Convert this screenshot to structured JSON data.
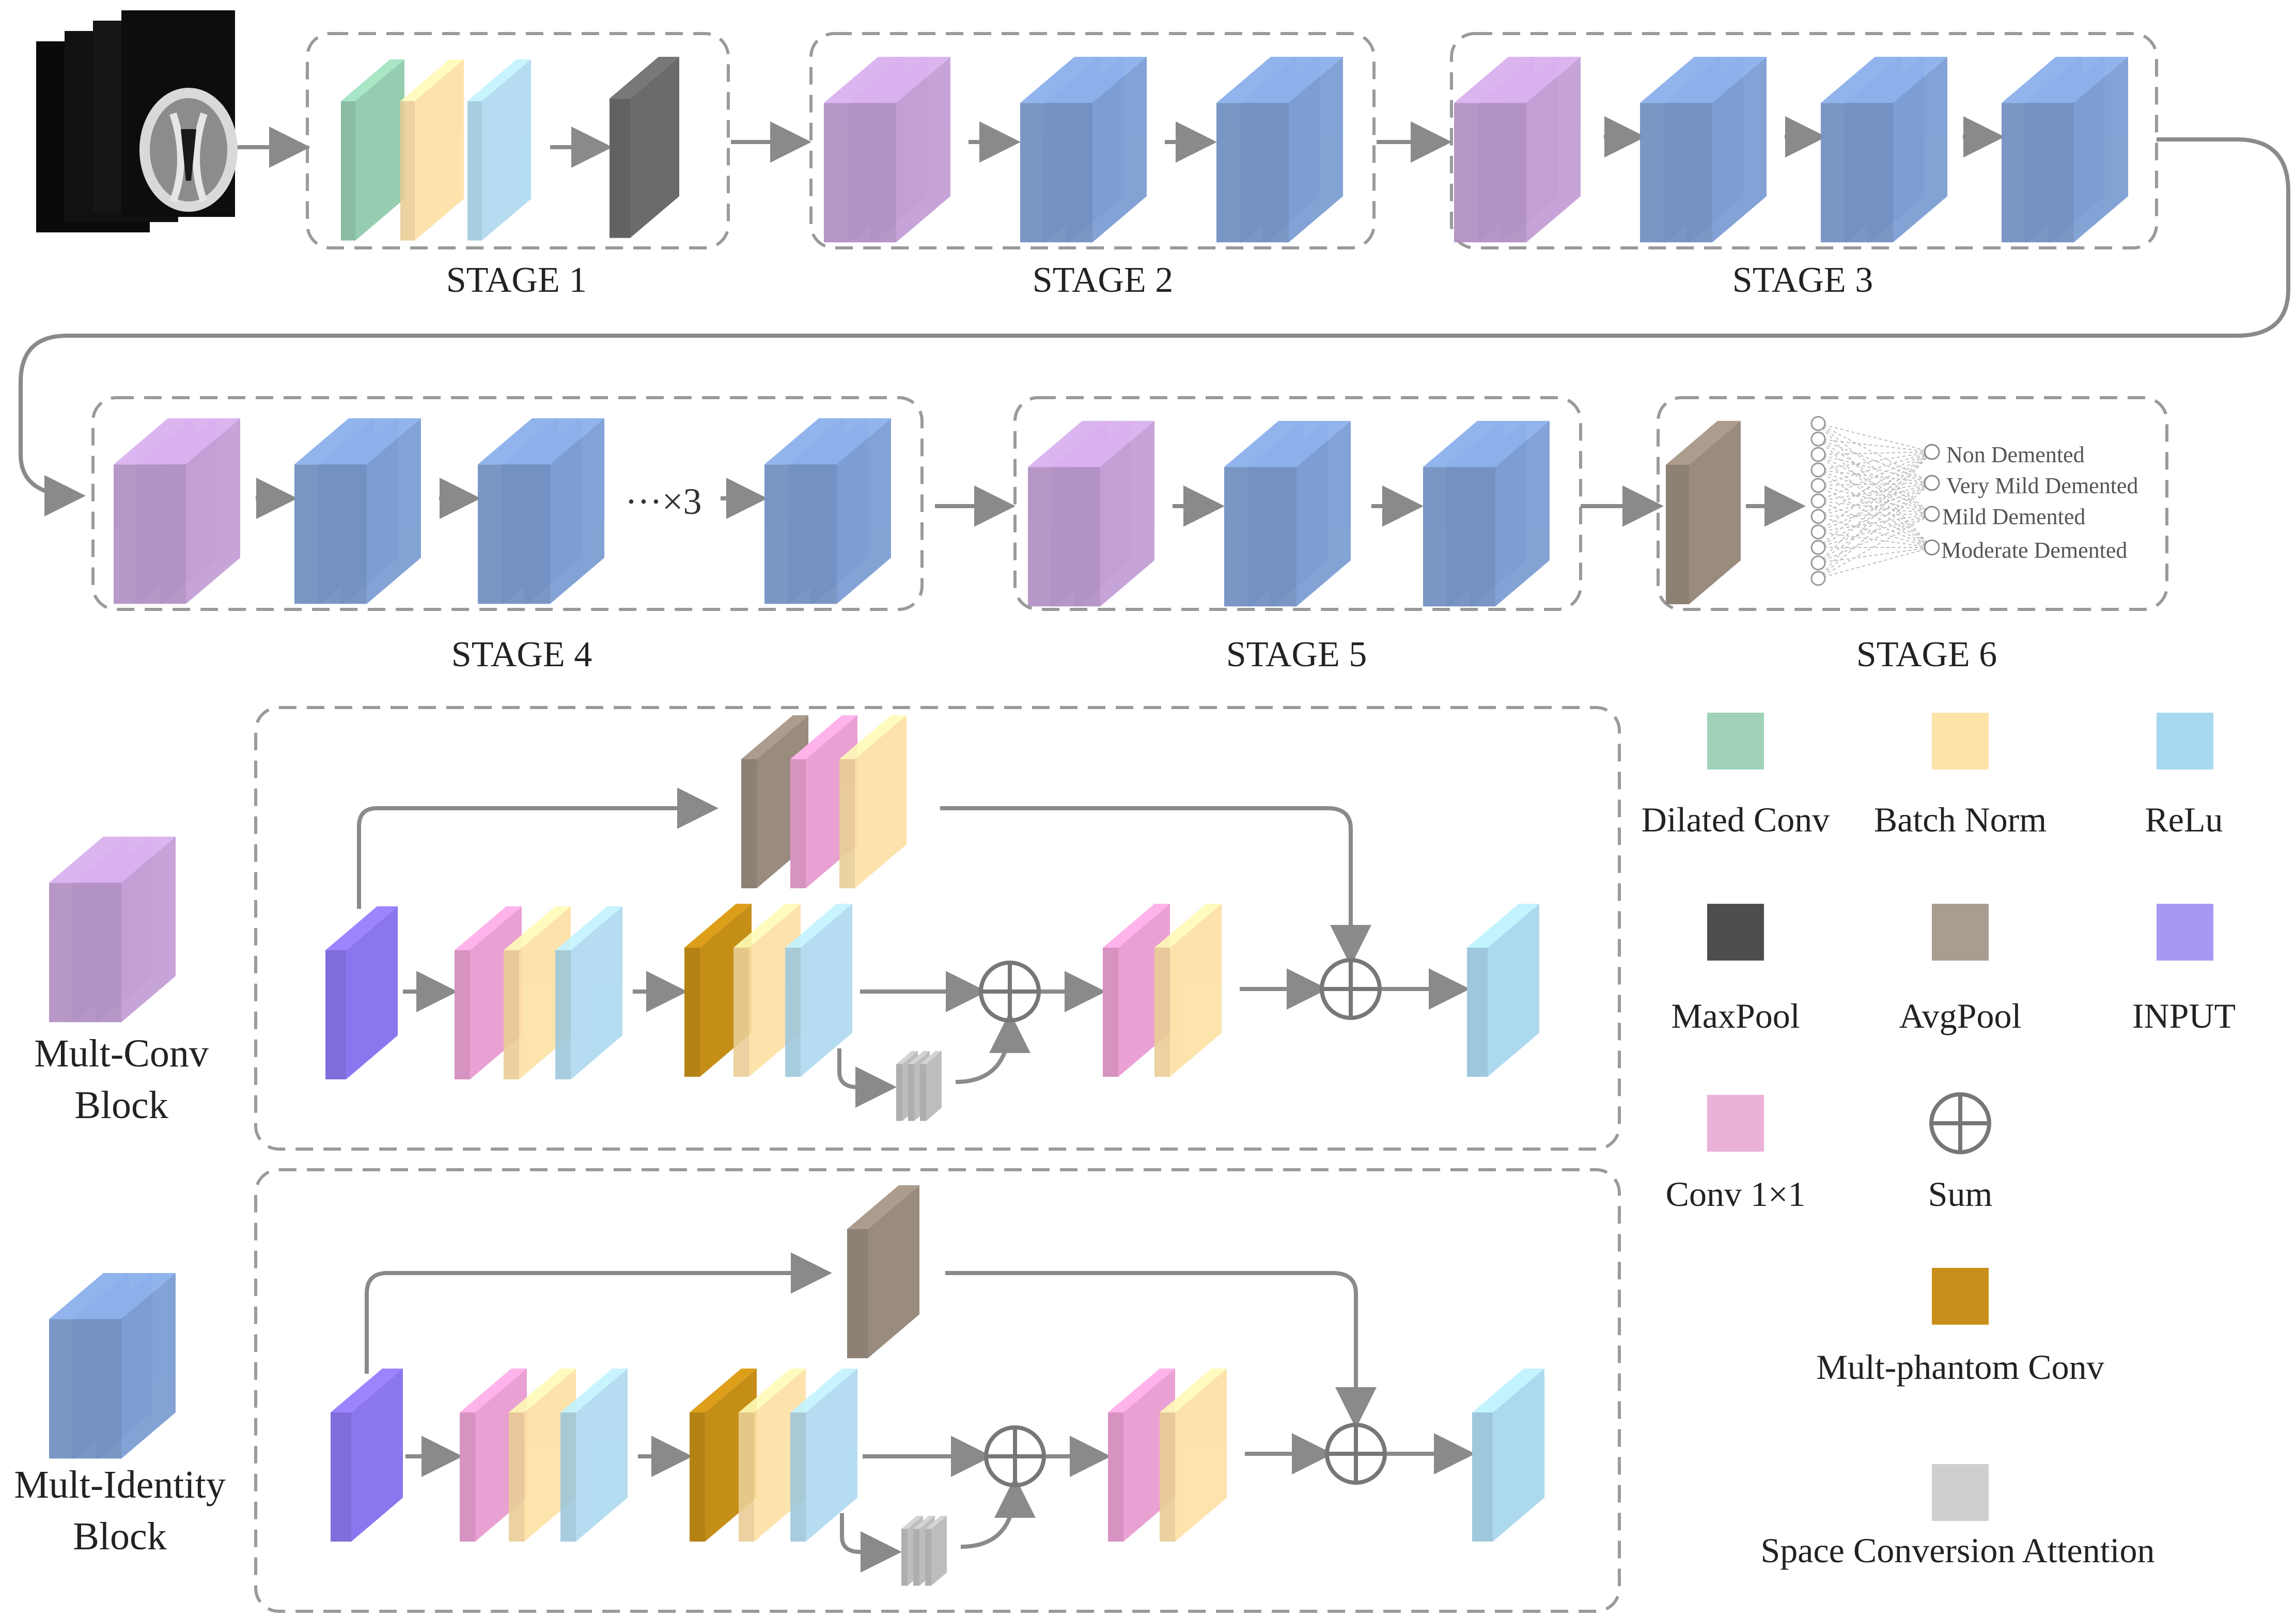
{
  "stages": {
    "stage1": "STAGE 1",
    "stage2": "STAGE 2",
    "stage3": "STAGE 3",
    "stage4": "STAGE 4",
    "stage5": "STAGE 5",
    "stage6": "STAGE 6"
  },
  "repeat_label": "···×3",
  "output_classes": [
    "Non Demented",
    "Very Mild Demented",
    "Mild Demented",
    "Moderate Demented"
  ],
  "blocks": {
    "mult_conv": [
      "Mult-Conv",
      "Block"
    ],
    "mult_identity": [
      "Mult-Identity",
      "Block"
    ]
  },
  "legend": [
    {
      "key": "dilated",
      "label": "Dilated Conv",
      "color": "#9fd2b8"
    },
    {
      "key": "bn",
      "label": "Batch Norm",
      "color": "#fde3a9"
    },
    {
      "key": "relu",
      "label": "ReLu",
      "color": "#a8d8ef"
    },
    {
      "key": "maxpool",
      "label": "MaxPool",
      "color": "#4d4d4f"
    },
    {
      "key": "avgpool",
      "label": "AvgPool",
      "color": "#a99d92"
    },
    {
      "key": "input",
      "label": "INPUT",
      "color": "#a898f2"
    },
    {
      "key": "conv1x1",
      "label": "Conv 1×1",
      "color": "#eab1d9"
    },
    {
      "key": "sum",
      "label": "Sum",
      "color": "#777777"
    },
    {
      "key": "phantom",
      "label": "Mult-phantom Conv",
      "color": "#c8901a"
    },
    {
      "key": "sca",
      "label": "Space Conversion Attention",
      "color": "#cfcfcf"
    }
  ],
  "colors": {
    "purple_block": "#c39fd6",
    "blue_block": "#7d9ed3",
    "input": "#8b76ef",
    "conv1x1": "#e9a0d2",
    "bn": "#fde0a3",
    "relu": "#add9ef",
    "phantom": "#c58e17",
    "avgpool": "#998b7e",
    "maxpool": "#6b6b6b",
    "dilated": "#96cdb1",
    "sca": "#bdbdbd",
    "border": "#9a9a9a",
    "arrow": "#8a8a8a"
  }
}
